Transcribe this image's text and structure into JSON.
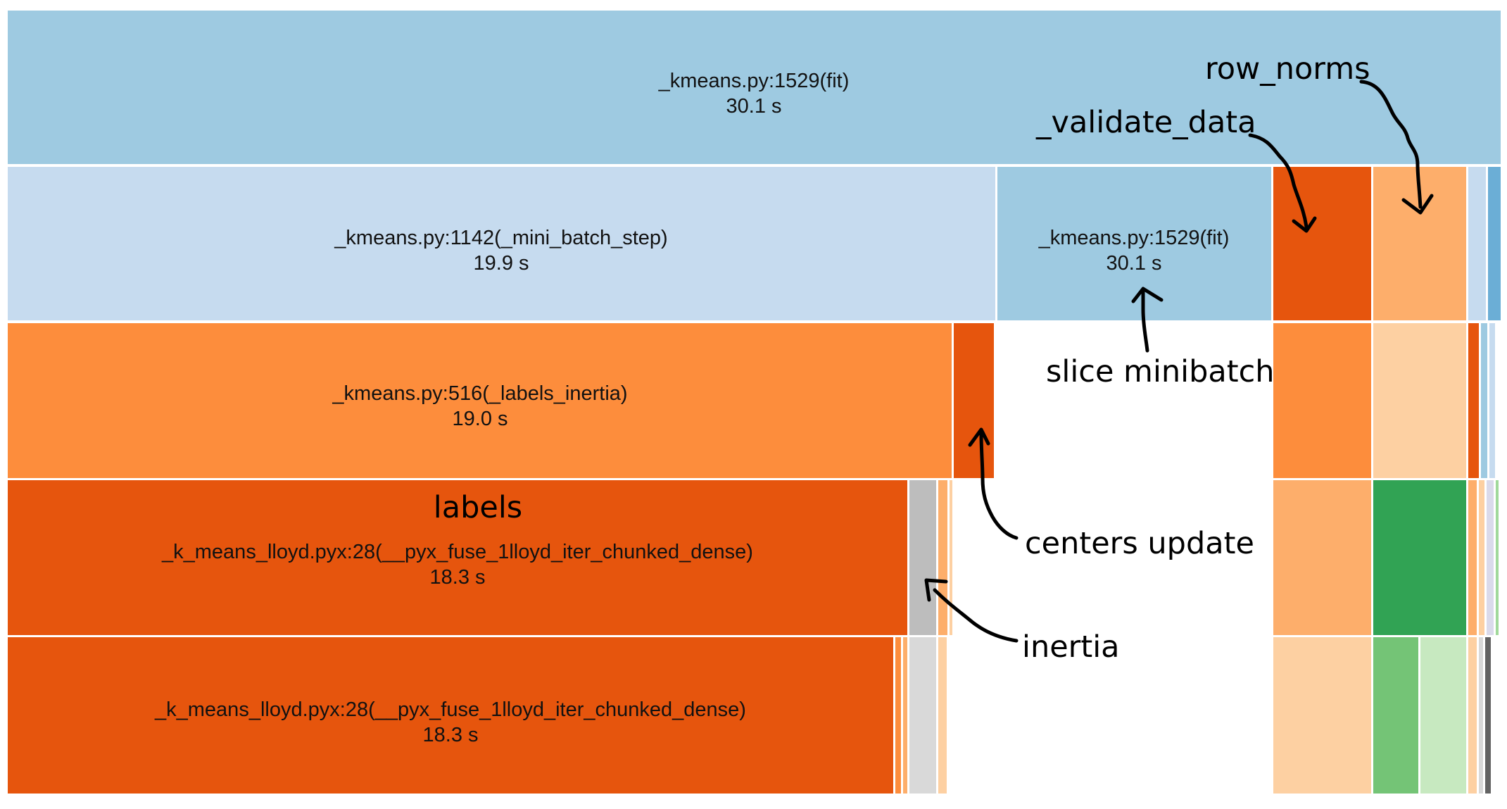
{
  "blocks": [
    {
      "id": "b0",
      "name": "block-fit-root",
      "color": "#9ecae1",
      "label": "_kmeans.py:1529(fit)",
      "time": "30.1 s"
    },
    {
      "id": "b1",
      "name": "block-mini-batch-step",
      "color": "#c6dbef",
      "label": "_kmeans.py:1142(_mini_batch_step)",
      "time": "19.9 s"
    },
    {
      "id": "b2",
      "name": "block-fit-slice",
      "color": "#9ecae1",
      "label": "_kmeans.py:1529(fit)",
      "time": "30.1 s"
    },
    {
      "id": "b3",
      "name": "block-labels-inertia",
      "color": "#fd8d3c",
      "label": "_kmeans.py:516(_labels_inertia)",
      "time": "19.0 s"
    },
    {
      "id": "b4",
      "name": "block-lloyd-iter-1",
      "color": "#e6550d",
      "label": "_k_means_lloyd.pyx:28(__pyx_fuse_1lloyd_iter_chunked_dense)",
      "time": "18.3 s"
    },
    {
      "id": "b5",
      "name": "block-lloyd-iter-2",
      "color": "#e6550d",
      "label": "_k_means_lloyd.pyx:28(__pyx_fuse_1lloyd_iter_chunked_dense)",
      "time": "18.3 s"
    }
  ],
  "small_blocks": [
    {
      "color": "#e6550d"
    },
    {
      "color": "#fdae6b"
    },
    {
      "color": "#c6dbef"
    },
    {
      "color": "#6baed6"
    },
    {
      "color": "#e6550d"
    },
    {
      "color": "#fd8d3c"
    },
    {
      "color": "#fdd0a2"
    },
    {
      "color": "#e6550d"
    },
    {
      "color": "#9ecae1"
    },
    {
      "color": "#c6dbef"
    },
    {
      "color": "#bdbdbd"
    },
    {
      "color": "#fdae6b"
    },
    {
      "color": "#fdd0a2"
    },
    {
      "color": "#fdae6b"
    },
    {
      "color": "#31a354"
    },
    {
      "color": "#fdae6b"
    },
    {
      "color": "#fdd0a2"
    },
    {
      "color": "#dadaeb"
    },
    {
      "color": "#a1d99b"
    },
    {
      "color": "#fd8d3c"
    },
    {
      "color": "#fdae6b"
    },
    {
      "color": "#d9d9d9"
    },
    {
      "color": "#fdd0a2"
    },
    {
      "color": "#fdd0a2"
    },
    {
      "color": "#74c476"
    },
    {
      "color": "#c7e9c0"
    },
    {
      "color": "#fdd0a2"
    },
    {
      "color": "#d9d9d9"
    },
    {
      "color": "#636363"
    }
  ],
  "annotations": {
    "row_norms": "row_norms",
    "validate_data": "_validate_data",
    "slice_minibatch": "slice minibatch",
    "centers_update": "centers update",
    "labels": "labels",
    "inertia": "inertia"
  }
}
